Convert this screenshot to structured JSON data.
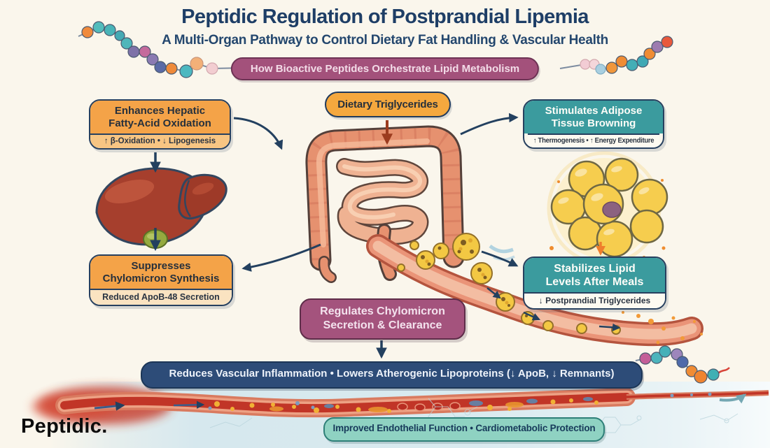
{
  "brand": {
    "logo": "Peptidic."
  },
  "header": {
    "title": "Peptidic Regulation of Postprandial Lipemia",
    "subtitle": "A Multi-Organ Pathway to Control Dietary Fat Handling & Vascular Health",
    "badge": "How Bioactive Peptides Orchestrate Lipid Metabolism"
  },
  "nodes": {
    "dietary_input": {
      "label": "Dietary Triglycerides"
    },
    "hepatic": {
      "line1": "Enhances Hepatic",
      "line2": "Fatty-Acid Oxidation",
      "detail": "↑ β-Oxidation • ↓ Lipogenesis"
    },
    "adipose": {
      "line1": "Stimulates Adipose",
      "line2": "Tissue Browning",
      "detail": "↑ Thermogenesis • ↑ Energy Expenditure"
    },
    "chylomicron_synthesis": {
      "line1": "Suppresses",
      "line2": "Chylomicron Synthesis",
      "detail": "Reduced ApoB-48 Secretion"
    },
    "lipid_levels": {
      "line1": "Stabilizes Lipid",
      "line2": "Levels After Meals",
      "detail": "↓ Postprandial Triglycerides"
    },
    "chylomicron_clearance": {
      "line1": "Regulates Chylomicron",
      "line2": "Secretion & Clearance"
    }
  },
  "outcomes": {
    "vascular_bar": "Reduces Vascular Inflammation • Lowers Atherogenic Lipoproteins (↓ ApoB, ↓ Remnants)",
    "endothelial_bar": "Improved Endothelial Function  •  Cardiometabolic Protection"
  },
  "illustrations": [
    "peptide-chain-decoration",
    "liver-illustration",
    "intestine-illustration",
    "adipocyte-cluster-illustration",
    "chylomicron-particles",
    "postprandial-vessel-illustration",
    "atherosclerosis-vessel-illustration",
    "molecular-background"
  ],
  "colors": {
    "background_cream": "#faf6ec",
    "accent_orange": "#f4a348",
    "accent_teal": "#3b9b9e",
    "accent_purple": "#a3517b",
    "navy_outline": "#27405f",
    "navy_bar": "#2d4c78",
    "teal_bar": "#8fd2c2",
    "band_blue": "#d6e8ee",
    "vessel_red": "#c13527",
    "chylomicron_yellow": "#f3c843"
  }
}
